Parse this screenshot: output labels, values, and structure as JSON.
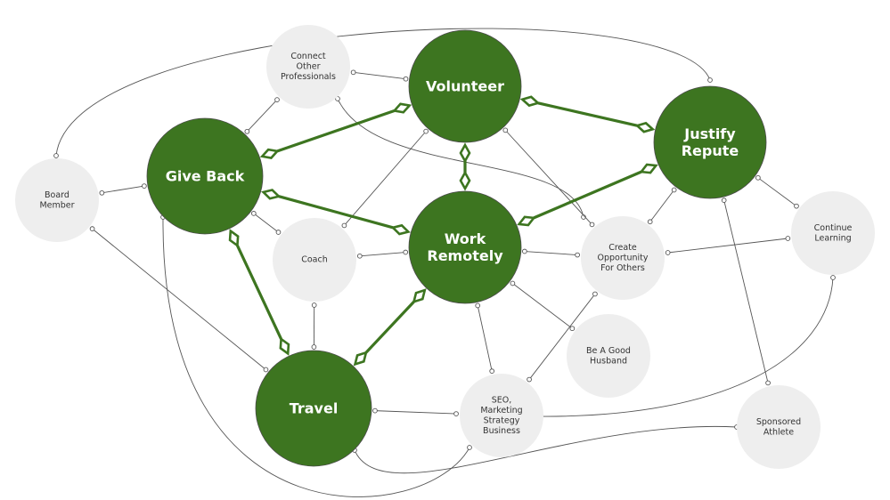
{
  "diagram": {
    "type": "mind-map",
    "colors": {
      "major_node_fill": "#3d7520",
      "major_node_text": "#ffffff",
      "minor_node_fill": "#eeeeee",
      "minor_node_text": "#333333",
      "strong_link": "#3d7520",
      "weak_link": "#555555",
      "background": "#ffffff"
    },
    "major_nodes": [
      {
        "id": "volunteer",
        "lines": [
          "Volunteer"
        ]
      },
      {
        "id": "justify-repute",
        "lines": [
          "Justify",
          "Repute"
        ]
      },
      {
        "id": "give-back",
        "lines": [
          "Give Back"
        ]
      },
      {
        "id": "work-remotely",
        "lines": [
          "Work",
          "Remotely"
        ]
      },
      {
        "id": "travel",
        "lines": [
          "Travel"
        ]
      }
    ],
    "minor_nodes": [
      {
        "id": "connect-other-professionals",
        "lines": [
          "Connect",
          "Other",
          "Professionals"
        ]
      },
      {
        "id": "board-member",
        "lines": [
          "Board",
          "Member"
        ]
      },
      {
        "id": "coach",
        "lines": [
          "Coach"
        ]
      },
      {
        "id": "create-opportunity",
        "lines": [
          "Create",
          "Opportunity",
          "For Others"
        ]
      },
      {
        "id": "continue-learning",
        "lines": [
          "Continue",
          "Learning"
        ]
      },
      {
        "id": "be-a-good-husband",
        "lines": [
          "Be A Good",
          "Husband"
        ]
      },
      {
        "id": "seo-marketing",
        "lines": [
          "SEO,",
          "Marketing",
          "Strategy",
          "Business"
        ]
      },
      {
        "id": "sponsored-athlete",
        "lines": [
          "Sponsored",
          "Athlete"
        ]
      }
    ],
    "strong_links": [
      [
        "give-back",
        "volunteer"
      ],
      [
        "volunteer",
        "justify-repute"
      ],
      [
        "give-back",
        "work-remotely"
      ],
      [
        "volunteer",
        "work-remotely"
      ],
      [
        "justify-repute",
        "work-remotely"
      ],
      [
        "give-back",
        "travel"
      ],
      [
        "work-remotely",
        "travel"
      ]
    ],
    "weak_links": [
      [
        "board-member",
        "justify-repute"
      ],
      [
        "connect-other-professionals",
        "volunteer"
      ],
      [
        "connect-other-professionals",
        "give-back"
      ],
      [
        "connect-other-professionals",
        "create-opportunity"
      ],
      [
        "board-member",
        "give-back"
      ],
      [
        "board-member",
        "travel"
      ],
      [
        "give-back",
        "coach"
      ],
      [
        "give-back",
        "seo-marketing"
      ],
      [
        "volunteer",
        "coach"
      ],
      [
        "volunteer",
        "create-opportunity"
      ],
      [
        "coach",
        "work-remotely"
      ],
      [
        "coach",
        "travel"
      ],
      [
        "work-remotely",
        "create-opportunity"
      ],
      [
        "work-remotely",
        "be-a-good-husband"
      ],
      [
        "work-remotely",
        "seo-marketing"
      ],
      [
        "justify-repute",
        "create-opportunity"
      ],
      [
        "justify-repute",
        "continue-learning"
      ],
      [
        "justify-repute",
        "sponsored-athlete"
      ],
      [
        "create-opportunity",
        "continue-learning"
      ],
      [
        "create-opportunity",
        "seo-marketing"
      ],
      [
        "travel",
        "seo-marketing"
      ],
      [
        "seo-marketing",
        "continue-learning"
      ],
      [
        "travel",
        "sponsored-athlete"
      ]
    ]
  }
}
